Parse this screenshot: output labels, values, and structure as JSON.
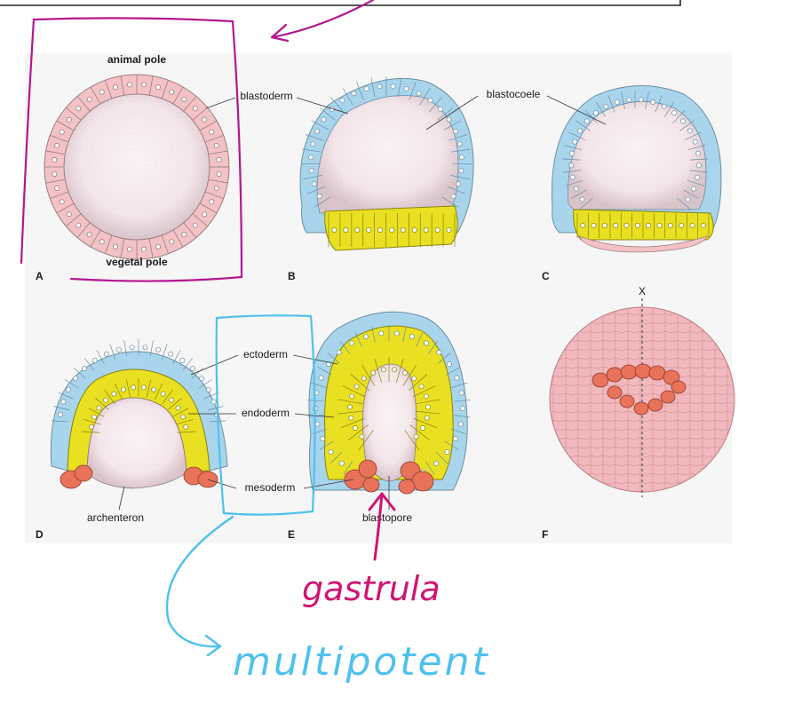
{
  "labels": {
    "animal_pole": "animal pole",
    "vegetal_pole": "vegetal pole",
    "blastoderm": "blastoderm",
    "blastocoele": "blastocoele",
    "ectoderm": "ectoderm",
    "endoderm": "endoderm",
    "mesoderm": "mesoderm",
    "archenteron": "archenteron",
    "blastopore": "blastopore",
    "x_axis": "X"
  },
  "panels": {
    "a": "A",
    "b": "B",
    "c": "C",
    "d": "D",
    "e": "E",
    "f": "F"
  },
  "annotations": {
    "gastrula": "gastrula",
    "multipotent": "multipotent"
  },
  "colors": {
    "outer_cells": "#a8d4ec",
    "yolk_cells": "#e8e020",
    "mesoderm_cells": "#e8725a",
    "early_cells": "#f3c2c4",
    "interior": "#f7eef0",
    "ink_magenta": "#b3178f",
    "ink_pink": "#d01473",
    "ink_cyan": "#4fc1ee"
  }
}
